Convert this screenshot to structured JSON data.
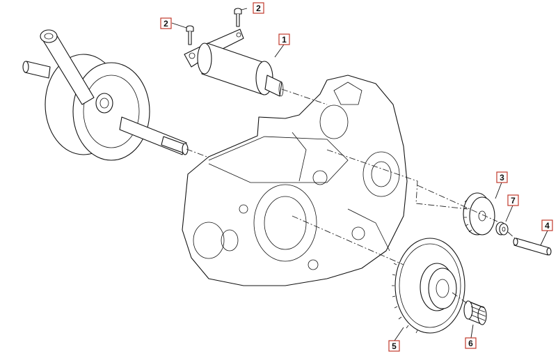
{
  "callouts": [
    {
      "id": "bolt-left",
      "label": "2"
    },
    {
      "id": "bolt-top",
      "label": "2"
    },
    {
      "id": "starter-motor",
      "label": "1"
    },
    {
      "id": "idler-gear",
      "label": "3"
    },
    {
      "id": "washer",
      "label": "7"
    },
    {
      "id": "shaft",
      "label": "4"
    },
    {
      "id": "starter-gear",
      "label": "5"
    },
    {
      "id": "needle-bearing",
      "label": "6"
    }
  ]
}
